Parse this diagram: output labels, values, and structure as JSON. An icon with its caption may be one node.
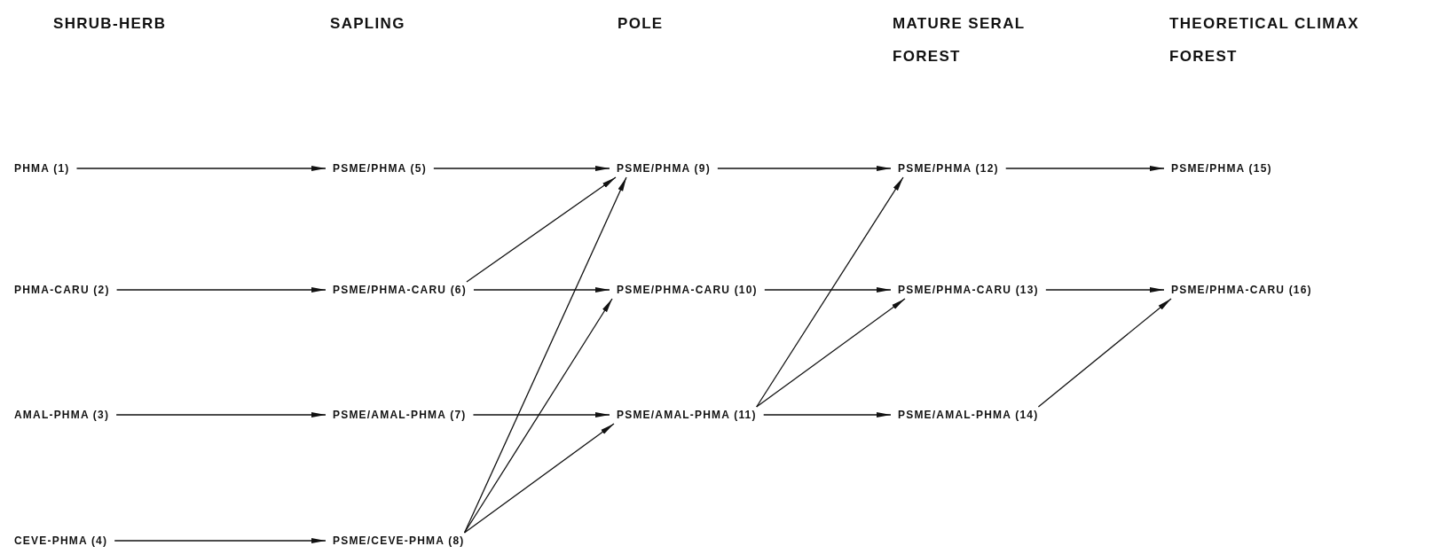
{
  "diagram": {
    "nodes": [
      {
        "text": [
          "PHMA (1)"
        ]
      },
      {
        "text": [
          "PHMA-CARU (2)"
        ]
      },
      {
        "text": [
          "AMAL-PHMA (3)"
        ]
      },
      {
        "text": [
          "CEVE-PHMA (4)"
        ]
      },
      {
        "text": [
          "PSME/PHMA (5)"
        ]
      },
      {
        "text": [
          "PSME/PHMA-CARU (6)"
        ]
      },
      {
        "text": [
          "PSME/AMAL-PHMA (7)"
        ]
      },
      {
        "text": [
          "PSME/CEVE-PHMA (8)"
        ]
      },
      {
        "text": [
          "PSME/PHMA (9)"
        ]
      },
      {
        "text": [
          "PSME/PHMA-CARU (10)"
        ]
      },
      {
        "text": [
          "PSME/AMAL-PHMA (11)"
        ]
      },
      {
        "text": [
          "PSME/PHMA (12)"
        ]
      },
      {
        "text": [
          "PSME/PHMA-CARU (13)"
        ]
      },
      {
        "text": [
          "PSME/AMAL-PHMA (14)"
        ]
      },
      {
        "text": [
          "PSME/PHMA (15)"
        ]
      },
      {
        "text": [
          "PSME/PHMA-CARU (16)"
        ]
      }
    ],
    "edges": [
      {
        "from": 0,
        "to": 4,
        "arrow": "to"
      },
      {
        "from": 4,
        "to": 8,
        "arrow": "to"
      },
      {
        "from": 8,
        "to": 11,
        "arrow": "to"
      },
      {
        "from": 11,
        "to": 14,
        "arrow": "to"
      },
      {
        "from": 1,
        "to": 5,
        "arrow": "to"
      },
      {
        "from": 5,
        "to": 9,
        "arrow": "to"
      },
      {
        "from": 9,
        "to": 12,
        "arrow": "to"
      },
      {
        "from": 12,
        "to": 15,
        "arrow": "to"
      },
      {
        "from": 2,
        "to": 6,
        "arrow": "to"
      },
      {
        "from": 6,
        "to": 10,
        "arrow": "to"
      },
      {
        "from": 10,
        "to": 13,
        "arrow": "to"
      },
      {
        "from": 3,
        "to": 7,
        "arrow": "to"
      },
      {
        "from": 5,
        "to": 8,
        "arrow": "to"
      },
      {
        "from": 7,
        "to": 8,
        "arrow": "to"
      },
      {
        "from": 7,
        "to": 9,
        "arrow": "to"
      },
      {
        "from": 7,
        "to": 10,
        "arrow": "to"
      },
      {
        "from": 10,
        "to": 11,
        "arrow": "to"
      },
      {
        "from": 10,
        "to": 12,
        "arrow": "to"
      },
      {
        "from": 13,
        "to": 15,
        "arrow": "to"
      }
    ],
    "labels": [
      "SHRUB-HERB",
      "SAPLING",
      "POLE",
      "MATURE SERAL FOREST",
      "THEORETICAL CLIMAX FOREST"
    ]
  }
}
